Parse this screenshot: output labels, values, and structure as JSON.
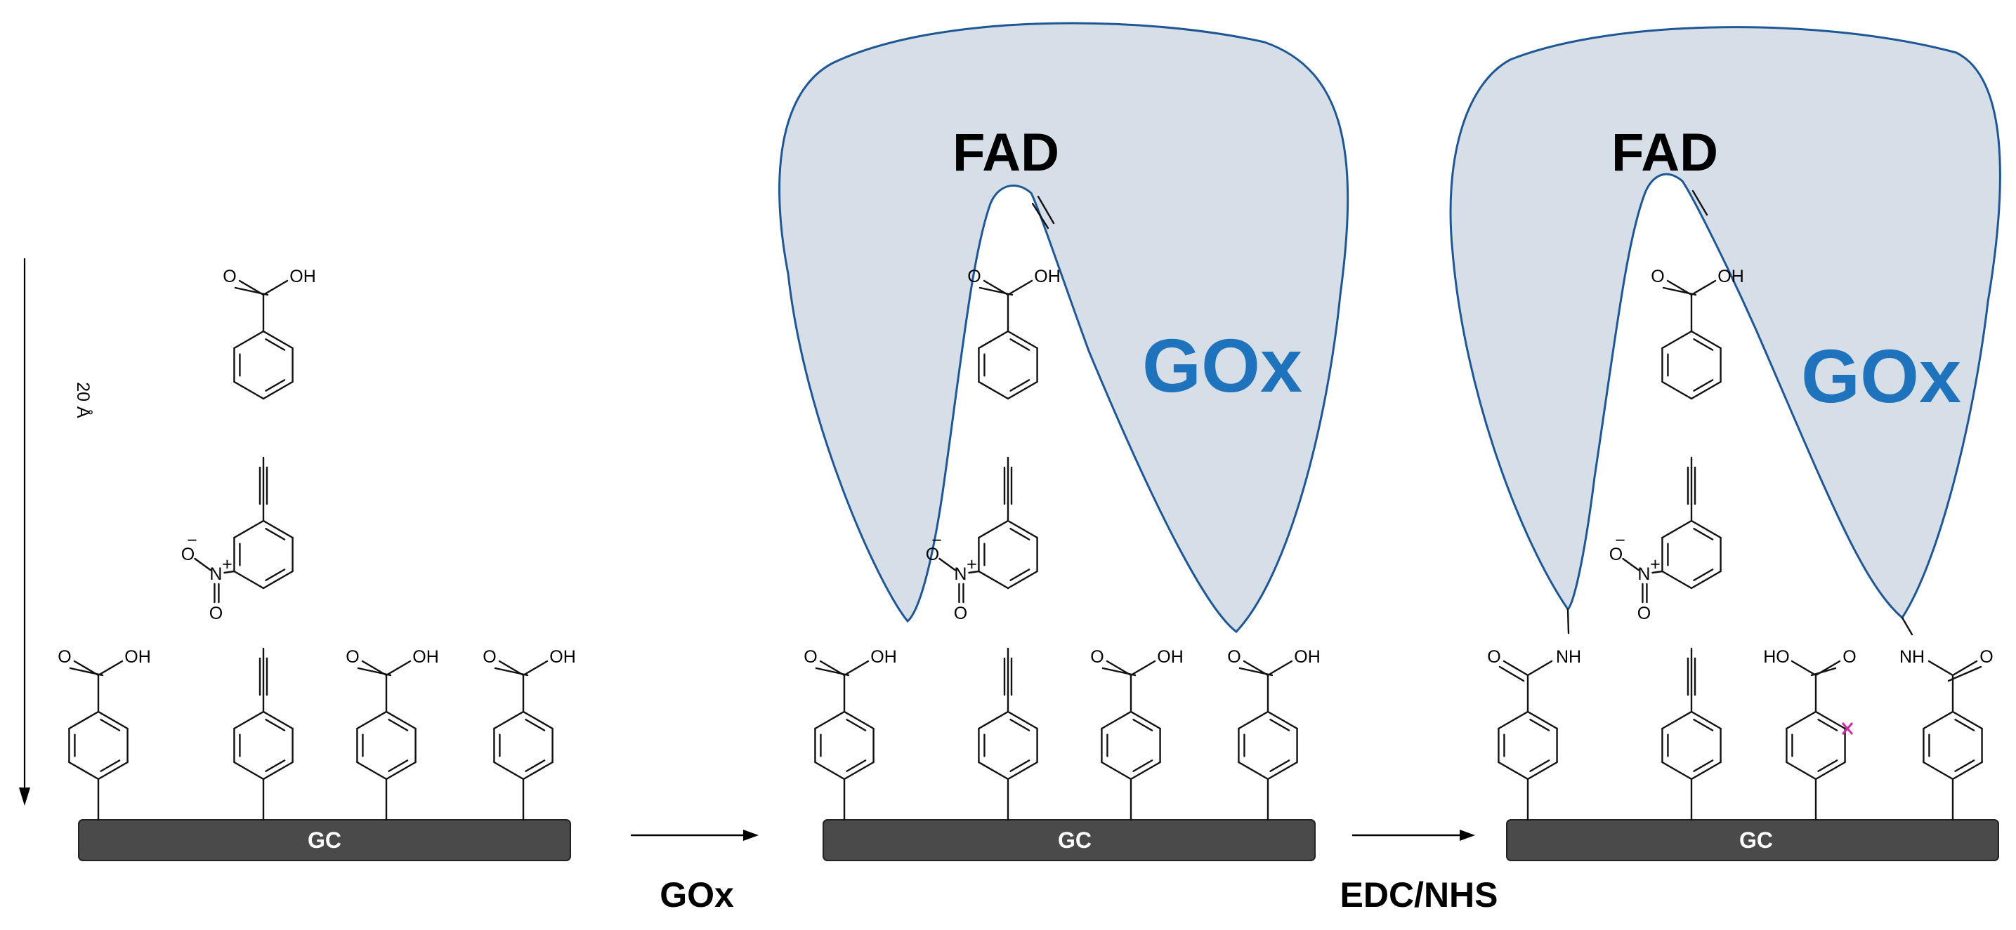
{
  "scale": {
    "label": "20 Å"
  },
  "surface": {
    "label": "GC"
  },
  "steps": {
    "step1": "GOx",
    "step2": "EDC/NHS"
  },
  "enzyme": {
    "name": "GOx",
    "cofactor": "FAD"
  },
  "groups": {
    "carboxyl_o": "O",
    "carboxyl_oh": "OH",
    "carboxyl_oh_left": "HO",
    "amide_nh": "NH",
    "nitro_o_minus": "O",
    "nitro_minus": "−",
    "nitro_n": "N",
    "nitro_plus": "+",
    "nitro_o": "O"
  },
  "colors": {
    "enzyme_fill": "#d6dfe8",
    "enzyme_outline": "#1f5796",
    "enzyme_label": "#1f73bd",
    "surface": "#4a4a4a",
    "surface_label": "#ffffff",
    "blocked_site": "#cc2fa0"
  }
}
